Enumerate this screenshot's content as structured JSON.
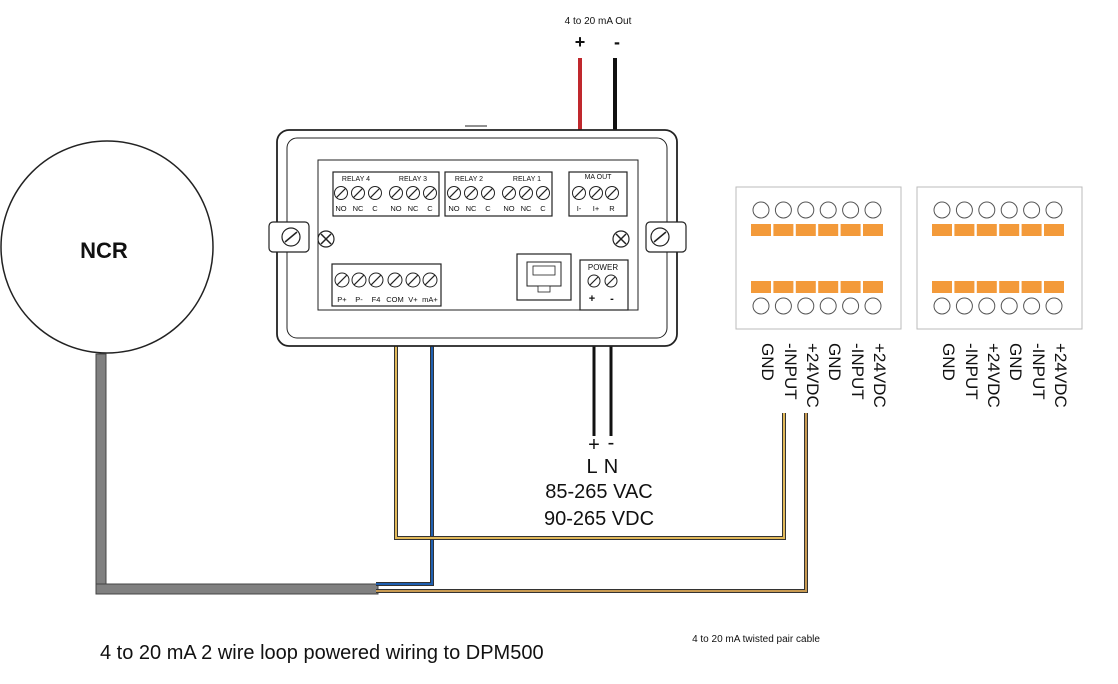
{
  "sensor": {
    "label": "NCR"
  },
  "analog_output": {
    "title": "4 to 20 mA Out",
    "plus": "+",
    "minus": "-"
  },
  "meter": {
    "relay_labels": [
      "RELAY 4",
      "RELAY 3",
      "RELAY 2",
      "RELAY 1"
    ],
    "relay_contacts": [
      "NO",
      "NC",
      "C",
      "NO",
      "NC",
      "C",
      "NO",
      "NC",
      "C",
      "NO",
      "NC",
      "C"
    ],
    "ma_out_label": "MA OUT",
    "ma_out_terms": [
      "I-",
      "I+",
      "R"
    ],
    "input_terms": [
      "P+",
      "P-",
      "F4",
      "COM",
      "V+",
      "mA+"
    ],
    "power_label": "POWER",
    "power_plus": "+",
    "power_minus": "-"
  },
  "power_supply": {
    "plus": "+",
    "minus": "-",
    "line": "L",
    "neutral": "N",
    "ac_range": "85-265 VAC",
    "dc_range": "90-265 VDC"
  },
  "terminal_blocks": [
    {
      "labels": [
        "GND",
        "-INPUT",
        "+24VDC",
        "GND",
        "-INPUT",
        "+24VDC"
      ]
    },
    {
      "labels": [
        "GND",
        "-INPUT",
        "+24VDC",
        "GND",
        "-INPUT",
        "+24VDC"
      ]
    }
  ],
  "cable_note": "4 to 20 mA twisted pair cable",
  "caption": "4 to 20 mA 2 wire loop powered wiring to DPM500",
  "colors": {
    "terminal_orange": "#f39a3a",
    "wire_red": "#c0282d",
    "wire_blue": "#1f5fb0",
    "wire_tan": "#c89a52",
    "cable_gray": "#808080"
  }
}
